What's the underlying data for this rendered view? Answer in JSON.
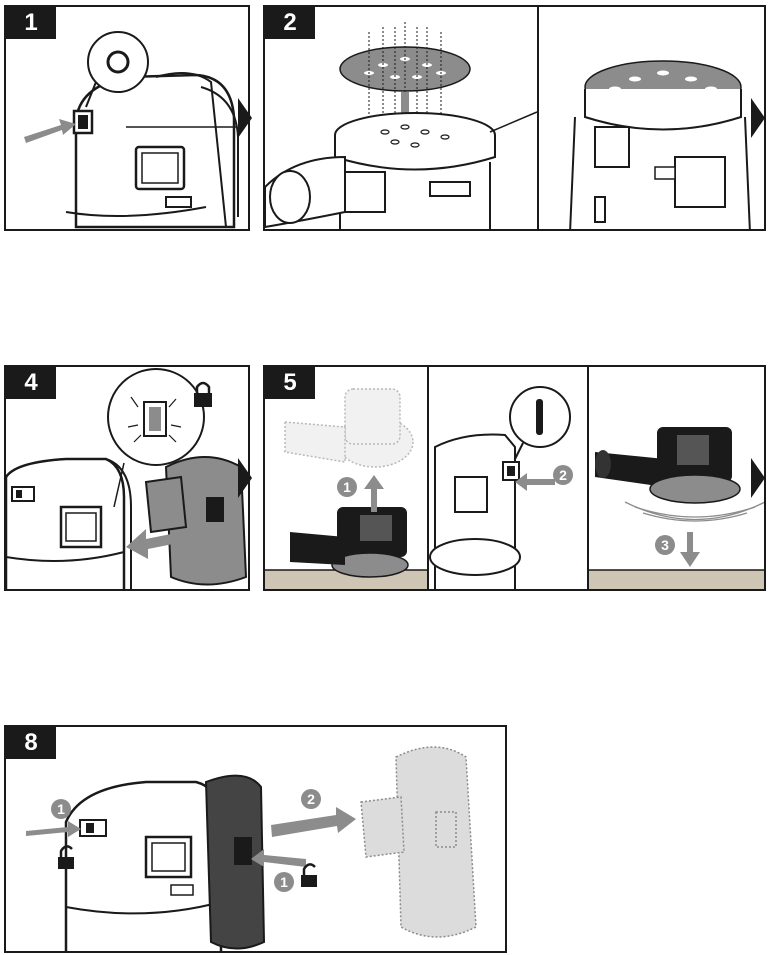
{
  "panels": {
    "p1": {
      "step": "1"
    },
    "p2": {
      "step": "2"
    },
    "p4": {
      "step": "4"
    },
    "p5": {
      "step": "5",
      "sub_steps": [
        "1",
        "2",
        "3"
      ]
    },
    "p8": {
      "step": "8",
      "sub_steps": [
        "1",
        "2",
        "1"
      ]
    }
  },
  "colors": {
    "ink": "#1a1a1a",
    "gray": "#8c8c8c",
    "light": "#d9d9d9",
    "wood": "#cfc5b5"
  }
}
